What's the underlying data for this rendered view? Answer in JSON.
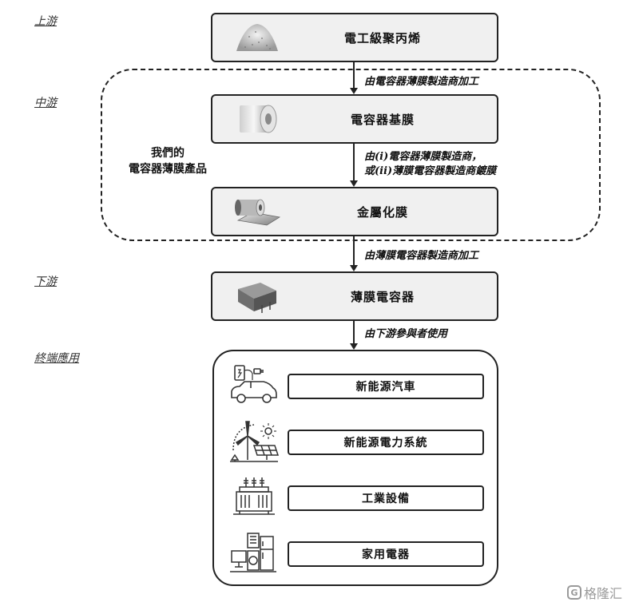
{
  "stages": {
    "upstream": "上游",
    "midstream": "中游",
    "downstream": "下游",
    "end_use": "終端應用"
  },
  "boxes": {
    "polypropylene": "電工級聚丙烯",
    "capacitor_base_film": "電容器基膜",
    "metallized_film": "金屬化膜",
    "film_capacitor": "薄膜電容器"
  },
  "arrows": {
    "a1": "由電容器薄膜製造商加工",
    "a2_line1": "由(i)電容器薄膜製造商，",
    "a2_line2": "或(ii)薄膜電容器製造商鍍膜",
    "a3": "由薄膜電容器製造商加工",
    "a4": "由下游參與者使用"
  },
  "our_products": {
    "line1": "我們的",
    "line2": "電容器薄膜產品"
  },
  "applications": [
    {
      "label": "新能源汽車",
      "icon": "ev-charging-car-icon"
    },
    {
      "label": "新能源電力系統",
      "icon": "wind-solar-power-icon"
    },
    {
      "label": "工業設備",
      "icon": "industrial-transformer-icon"
    },
    {
      "label": "家用電器",
      "icon": "home-appliances-icon"
    }
  ],
  "watermark": {
    "mark": "G",
    "text": "格隆汇"
  }
}
